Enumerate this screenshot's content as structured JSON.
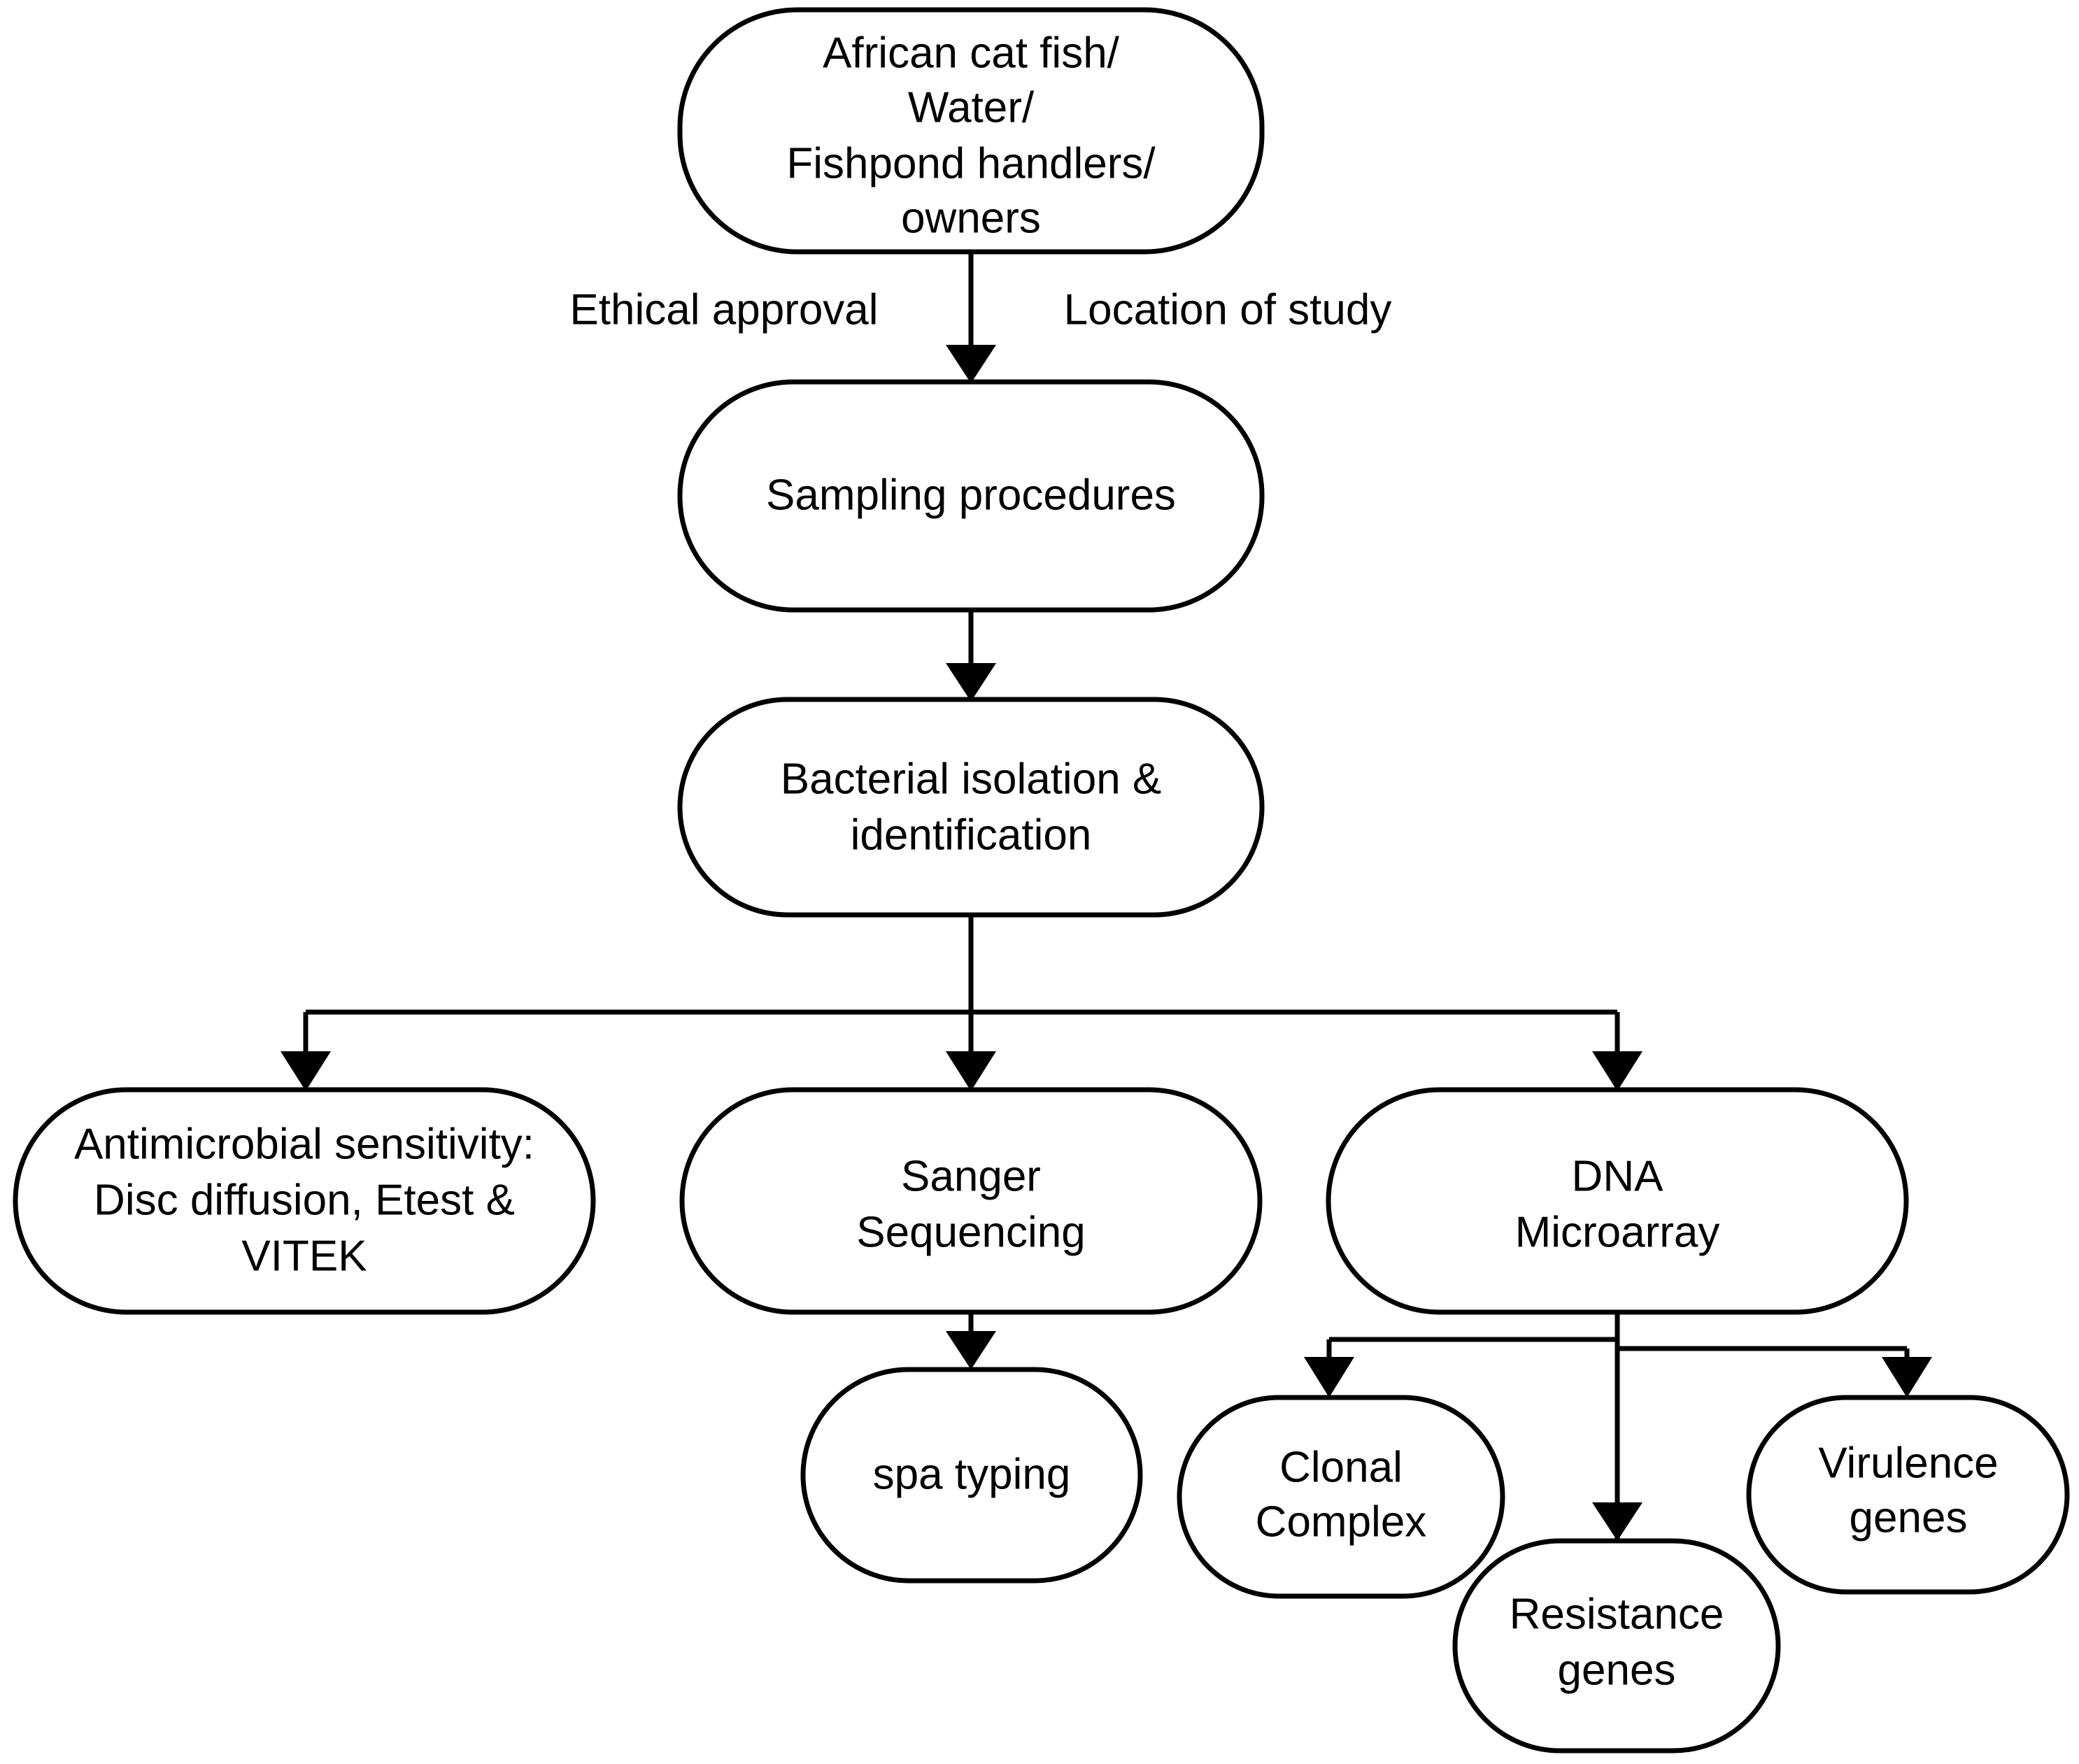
{
  "diagram": {
    "title": "Study workflow flowchart",
    "background_color": "#ffffff",
    "node_fill_color": "#ffffff",
    "node_stroke_color": "#000000",
    "text_color": "#000000",
    "nodes": {
      "sources": {
        "id": "sources",
        "shape": "rounded-rectangle",
        "lines": [
          "African cat fish/",
          "Water/",
          "Fishpond handlers/",
          "owners"
        ],
        "line1": "African cat fish/",
        "line2": "Water/",
        "line3": "Fishpond handlers/",
        "line4": "owners"
      },
      "sampling": {
        "id": "sampling",
        "shape": "rounded-rectangle",
        "lines": [
          "Sampling procedures"
        ],
        "line1": "Sampling procedures"
      },
      "isolation": {
        "id": "isolation",
        "shape": "rounded-rectangle",
        "lines": [
          "Bacterial isolation &",
          "identification"
        ],
        "line1": "Bacterial isolation &",
        "line2": "identification"
      },
      "ast": {
        "id": "ast",
        "shape": "rounded-rectangle",
        "lines": [
          "Antimicrobial sensitivity:",
          "Disc diffusion, Etest &",
          "VITEK"
        ],
        "line1": "Antimicrobial sensitivity:",
        "line2": "Disc diffusion, Etest &",
        "line3": "VITEK"
      },
      "sanger": {
        "id": "sanger",
        "shape": "rounded-rectangle",
        "lines": [
          "Sanger",
          "Sequencing"
        ],
        "line1": "Sanger",
        "line2": "Sequencing"
      },
      "microarray": {
        "id": "microarray",
        "shape": "rounded-rectangle",
        "lines": [
          "DNA",
          "Microarray"
        ],
        "line1": "DNA",
        "line2": "Microarray"
      },
      "spa": {
        "id": "spa",
        "shape": "rounded-rectangle",
        "lines": [
          "spa typing"
        ],
        "line1": "spa typing"
      },
      "clonal": {
        "id": "clonal",
        "shape": "rounded-rectangle",
        "lines": [
          "Clonal",
          "Complex"
        ],
        "line1": "Clonal",
        "line2": "Complex"
      },
      "resistance": {
        "id": "resistance",
        "shape": "rounded-rectangle",
        "lines": [
          "Resistance",
          "genes"
        ],
        "line1": "Resistance",
        "line2": "genes"
      },
      "virulence": {
        "id": "virulence",
        "shape": "rounded-rectangle",
        "lines": [
          "Virulence",
          "genes"
        ],
        "line1": "Virulence",
        "line2": "genes"
      }
    },
    "edge_labels": {
      "ethical_approval": "Ethical approval",
      "location_of_study": "Location of study"
    },
    "edges": [
      {
        "from": "sources",
        "to": "sampling",
        "labels": [
          "Ethical approval",
          "Location of study"
        ]
      },
      {
        "from": "sampling",
        "to": "isolation",
        "labels": []
      },
      {
        "from": "isolation",
        "to": "ast",
        "labels": []
      },
      {
        "from": "isolation",
        "to": "sanger",
        "labels": []
      },
      {
        "from": "isolation",
        "to": "microarray",
        "labels": []
      },
      {
        "from": "sanger",
        "to": "spa",
        "labels": []
      },
      {
        "from": "microarray",
        "to": "clonal",
        "labels": []
      },
      {
        "from": "microarray",
        "to": "resistance",
        "labels": []
      },
      {
        "from": "microarray",
        "to": "virulence",
        "labels": []
      }
    ]
  }
}
